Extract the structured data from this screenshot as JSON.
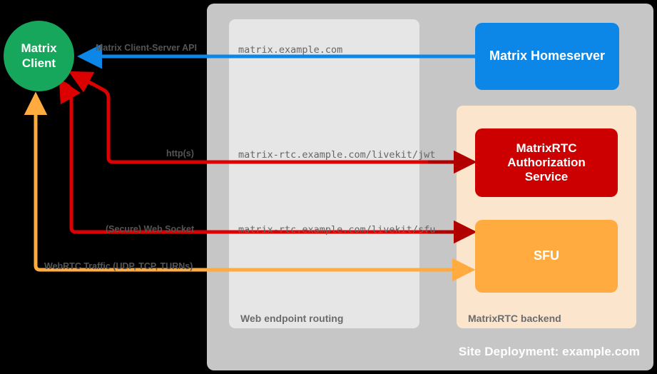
{
  "diagram": {
    "title": "Site Deployment: example.com",
    "background_color": "#000000"
  },
  "containers": {
    "site": {
      "label": "Site Deployment: example.com",
      "color": "#c6c6c6"
    },
    "web_routing": {
      "label": "Web endpoint routing",
      "color": "#e6e6e6"
    },
    "matrixrtc_backend": {
      "label": "MatrixRTC backend",
      "color": "#fce5cd"
    }
  },
  "nodes": {
    "client": {
      "label_line1": "Matrix",
      "label_line2": "Client",
      "color": "#16a75c"
    },
    "homeserver": {
      "label": "Matrix Homeserver",
      "color": "#0c87e8"
    },
    "auth_service": {
      "label_line1": "MatrixRTC",
      "label_line2": "Authorization",
      "label_line3": "Service",
      "color": "#cc0000"
    },
    "sfu": {
      "label": "SFU",
      "color": "#ffab40"
    }
  },
  "connections": [
    {
      "name": "matrix-client-server-api",
      "protocol_label": "Matrix Client-Server API",
      "endpoint_label": "matrix.example.com",
      "color": "#0c87e8"
    },
    {
      "name": "livekit-jwt",
      "protocol_label": "http(s)",
      "endpoint_label": "matrix-rtc.example.com/livekit/jwt",
      "color": "#dd0000"
    },
    {
      "name": "livekit-sfu-websocket",
      "protocol_label": "(Secure) Web Socket",
      "endpoint_label": "matrix-rtc.example.com/livekit/sfu",
      "color": "#dd0000"
    },
    {
      "name": "webrtc-traffic",
      "protocol_label": "WebRTC Traffic (UDP, TCP, TURNs)",
      "endpoint_label": "",
      "color": "#ffab40"
    }
  ]
}
